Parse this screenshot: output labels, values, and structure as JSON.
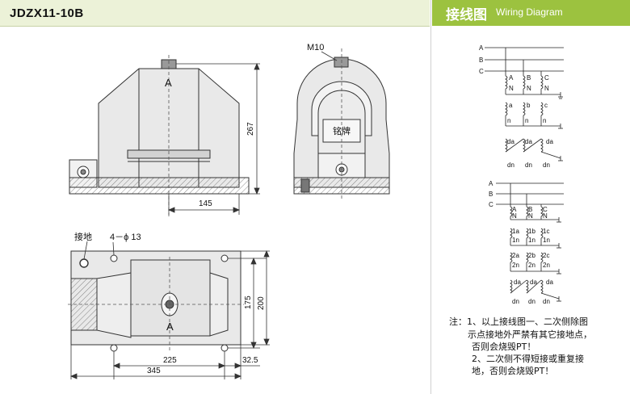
{
  "header": {
    "model": "JDZX11-10B",
    "wiring_cn": "接线图",
    "wiring_en": "Wiring Diagram"
  },
  "front_view": {
    "terminal": "A",
    "height_dim": "267",
    "width_dim": "145"
  },
  "side_view": {
    "bolt": "M10",
    "nameplate": "铭牌"
  },
  "top_view": {
    "ground_label": "接地",
    "holes_label": "4－ϕ 13",
    "terminal": "A",
    "dim_175": "175",
    "dim_200": "200",
    "dim_225": "225",
    "dim_32_5": "32.5",
    "dim_345": "345"
  },
  "wiring1": {
    "phases": [
      "A",
      "B",
      "C"
    ],
    "primary": [
      [
        "A",
        "N"
      ],
      [
        "B",
        "N"
      ],
      [
        "C",
        "N"
      ]
    ],
    "secondary": [
      [
        "a",
        "n"
      ],
      [
        "b",
        "n"
      ],
      [
        "c",
        "n"
      ]
    ],
    "residual": [
      [
        "da",
        "dn"
      ],
      [
        "da",
        "dn"
      ],
      [
        "da",
        "dn"
      ]
    ]
  },
  "wiring2": {
    "phases": [
      "A",
      "B",
      "C"
    ],
    "primary": [
      [
        "A",
        "N"
      ],
      [
        "B",
        "N"
      ],
      [
        "C",
        "N"
      ]
    ],
    "sec1": [
      [
        "1a",
        "1n"
      ],
      [
        "1b",
        "1n"
      ],
      [
        "1c",
        "1n"
      ]
    ],
    "sec2": [
      [
        "2a",
        "2n"
      ],
      [
        "2b",
        "2n"
      ],
      [
        "2c",
        "2n"
      ]
    ],
    "residual": [
      [
        "da",
        "dn"
      ],
      [
        "da",
        "dn"
      ],
      [
        "da",
        "dn"
      ]
    ]
  },
  "notes": {
    "line1": "注：1、以上接线图一、二次侧除图",
    "line2": "示点接地外严禁有其它接地点，",
    "line3": "否则会烧毁PT！",
    "line4": "2、二次侧不得短接或重复接",
    "line5": "地，否则会烧毁PT！"
  }
}
